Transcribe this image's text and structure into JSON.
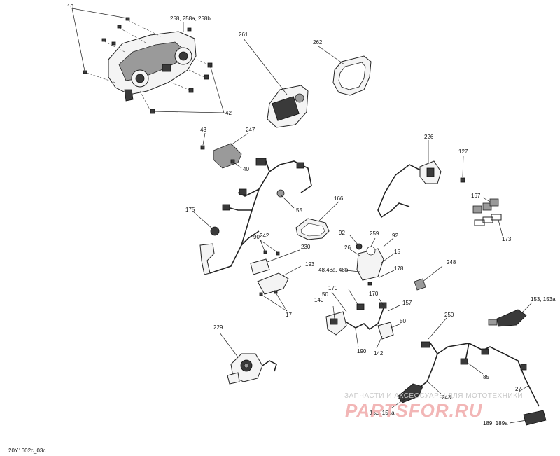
{
  "figure_code": "20Y1602c_03c",
  "watermark": {
    "caption": "ЗАПЧАСТИ И АКСЕССУАРЫ ДЛЯ МОТОТЕХНИКИ",
    "brand": "PARTSFOR.RU"
  },
  "callouts": {
    "c10": "10",
    "c258": "258, 258a, 258b",
    "c261": "261",
    "c262": "262",
    "c42": "42",
    "c43": "43",
    "c247": "247",
    "c40": "40",
    "c226": "226",
    "c127": "127",
    "c55": "55",
    "c166": "166",
    "c175": "175",
    "c242": "242",
    "c167": "167",
    "c173": "173",
    "c90": "90",
    "c230": "230",
    "c92a": "92",
    "c259": "259",
    "c92b": "92",
    "c26": "26",
    "c15": "15",
    "c193": "193",
    "c48": "48,48a, 48b",
    "c178": "178",
    "c248": "248",
    "c170a": "170",
    "c170b": "170",
    "c50a": "50",
    "c140": "140",
    "c157": "157",
    "c17": "17",
    "c153": "153, 153a",
    "c250": "250",
    "c229": "229",
    "c190": "190",
    "c142": "142",
    "c50b": "50",
    "c85": "85",
    "c243": "243",
    "c27": "27",
    "c152": "152, 152a",
    "c189": "189, 189a"
  }
}
